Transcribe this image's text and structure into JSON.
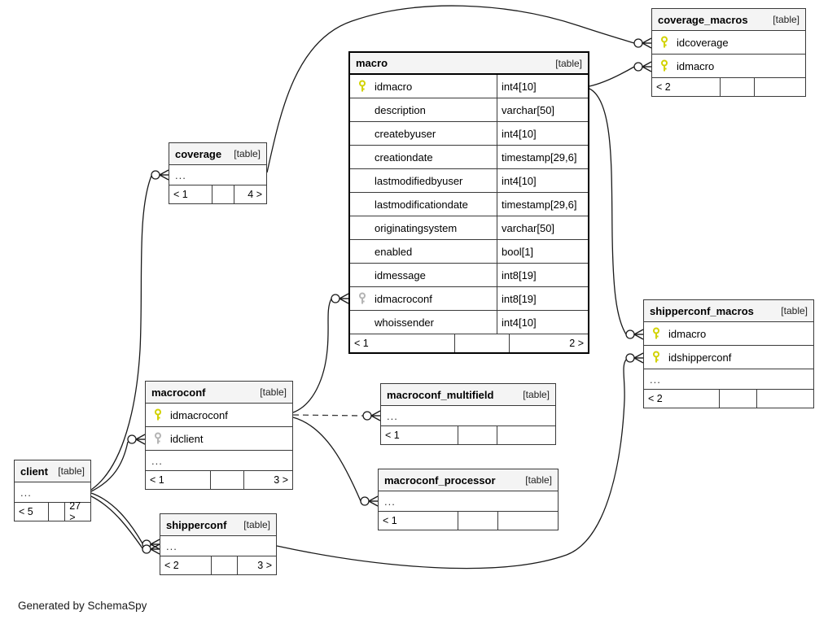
{
  "app": {
    "generator_note": "Generated by SchemaSpy"
  },
  "ui": {
    "ellipsis": "...",
    "table_badge": "[table]"
  },
  "colors": {
    "header_bg": "#f4f4f4",
    "table_border": "#3a3a3a",
    "focus_table_border": "#000000",
    "primary_key": "#d2d200",
    "foreign_key": "#b4b4b4",
    "relationship_line": "#1a1a1a"
  },
  "tables": [
    {
      "id": "macro",
      "name": "macro",
      "badge": "[table]",
      "focus": true,
      "ellipsis": false,
      "columns": [
        {
          "key": "pk",
          "name": "idmacro",
          "type": "int4[10]"
        },
        {
          "key": null,
          "name": "description",
          "type": "varchar[50]"
        },
        {
          "key": null,
          "name": "createbyuser",
          "type": "int4[10]"
        },
        {
          "key": null,
          "name": "creationdate",
          "type": "timestamp[29,6]"
        },
        {
          "key": null,
          "name": "lastmodifiedbyuser",
          "type": "int4[10]"
        },
        {
          "key": null,
          "name": "lastmodificationdate",
          "type": "timestamp[29,6]"
        },
        {
          "key": null,
          "name": "originatingsystem",
          "type": "varchar[50]"
        },
        {
          "key": null,
          "name": "enabled",
          "type": "bool[1]"
        },
        {
          "key": null,
          "name": "idmessage",
          "type": "int8[19]"
        },
        {
          "key": "fk",
          "name": "idmacroconf",
          "type": "int8[19]"
        },
        {
          "key": null,
          "name": "whoissender",
          "type": "int4[10]"
        }
      ],
      "footer": {
        "left": "< 1",
        "right": "2 >"
      }
    },
    {
      "id": "coverage_macros",
      "name": "coverage_macros",
      "badge": "[table]",
      "focus": false,
      "ellipsis": false,
      "columns": [
        {
          "key": "pk",
          "name": "idcoverage",
          "type": null
        },
        {
          "key": "pk",
          "name": "idmacro",
          "type": null
        }
      ],
      "footer": {
        "left": "< 2",
        "right": ""
      }
    },
    {
      "id": "shipperconf_macros",
      "name": "shipperconf_macros",
      "badge": "[table]",
      "focus": false,
      "ellipsis": true,
      "columns": [
        {
          "key": "pk",
          "name": "idmacro",
          "type": null
        },
        {
          "key": "pk",
          "name": "idshipperconf",
          "type": null
        }
      ],
      "footer": {
        "left": "< 2",
        "right": ""
      }
    },
    {
      "id": "coverage",
      "name": "coverage",
      "badge": "[table]",
      "focus": false,
      "ellipsis": true,
      "columns": [],
      "footer": {
        "left": "< 1",
        "right": "4 >"
      }
    },
    {
      "id": "macroconf",
      "name": "macroconf",
      "badge": "[table]",
      "focus": false,
      "ellipsis": true,
      "columns": [
        {
          "key": "pk",
          "name": "idmacroconf",
          "type": null
        },
        {
          "key": "fk",
          "name": "idclient",
          "type": null
        }
      ],
      "footer": {
        "left": "< 1",
        "right": "3 >"
      }
    },
    {
      "id": "client",
      "name": "client",
      "badge": "[table]",
      "focus": false,
      "ellipsis": true,
      "columns": [],
      "footer": {
        "left": "< 5",
        "right": "27 >"
      }
    },
    {
      "id": "shipperconf",
      "name": "shipperconf",
      "badge": "[table]",
      "focus": false,
      "ellipsis": true,
      "columns": [],
      "footer": {
        "left": "< 2",
        "right": "3 >"
      }
    },
    {
      "id": "macroconf_multifield",
      "name": "macroconf_multifield",
      "badge": "[table]",
      "focus": false,
      "ellipsis": true,
      "columns": [],
      "footer": {
        "left": "< 1",
        "right": ""
      }
    },
    {
      "id": "macroconf_processor",
      "name": "macroconf_processor",
      "badge": "[table]",
      "focus": false,
      "ellipsis": true,
      "columns": [],
      "footer": {
        "left": "< 1",
        "right": ""
      }
    }
  ],
  "relationships": [
    {
      "from": "coverage",
      "to": "coverage_macros.idcoverage",
      "style": "solid"
    },
    {
      "from": "macro.idmacro",
      "to": "coverage_macros.idmacro",
      "style": "solid"
    },
    {
      "from": "macro.idmacro",
      "to": "shipperconf_macros.idmacro",
      "style": "solid"
    },
    {
      "from": "macroconf.idmacroconf",
      "to": "macro.idmacroconf",
      "style": "solid"
    },
    {
      "from": "macroconf.idmacroconf",
      "to": "macroconf_multifield",
      "style": "dashed"
    },
    {
      "from": "macroconf.idmacroconf",
      "to": "macroconf_processor",
      "style": "solid"
    },
    {
      "from": "client",
      "to": "coverage",
      "style": "solid"
    },
    {
      "from": "client",
      "to": "macroconf.idclient",
      "style": "solid"
    },
    {
      "from": "client",
      "to": "shipperconf",
      "style": "solid"
    },
    {
      "from": "client",
      "to": "shipperconf",
      "style": "solid"
    },
    {
      "from": "shipperconf",
      "to": "shipperconf_macros.idshipperconf",
      "style": "solid"
    }
  ]
}
